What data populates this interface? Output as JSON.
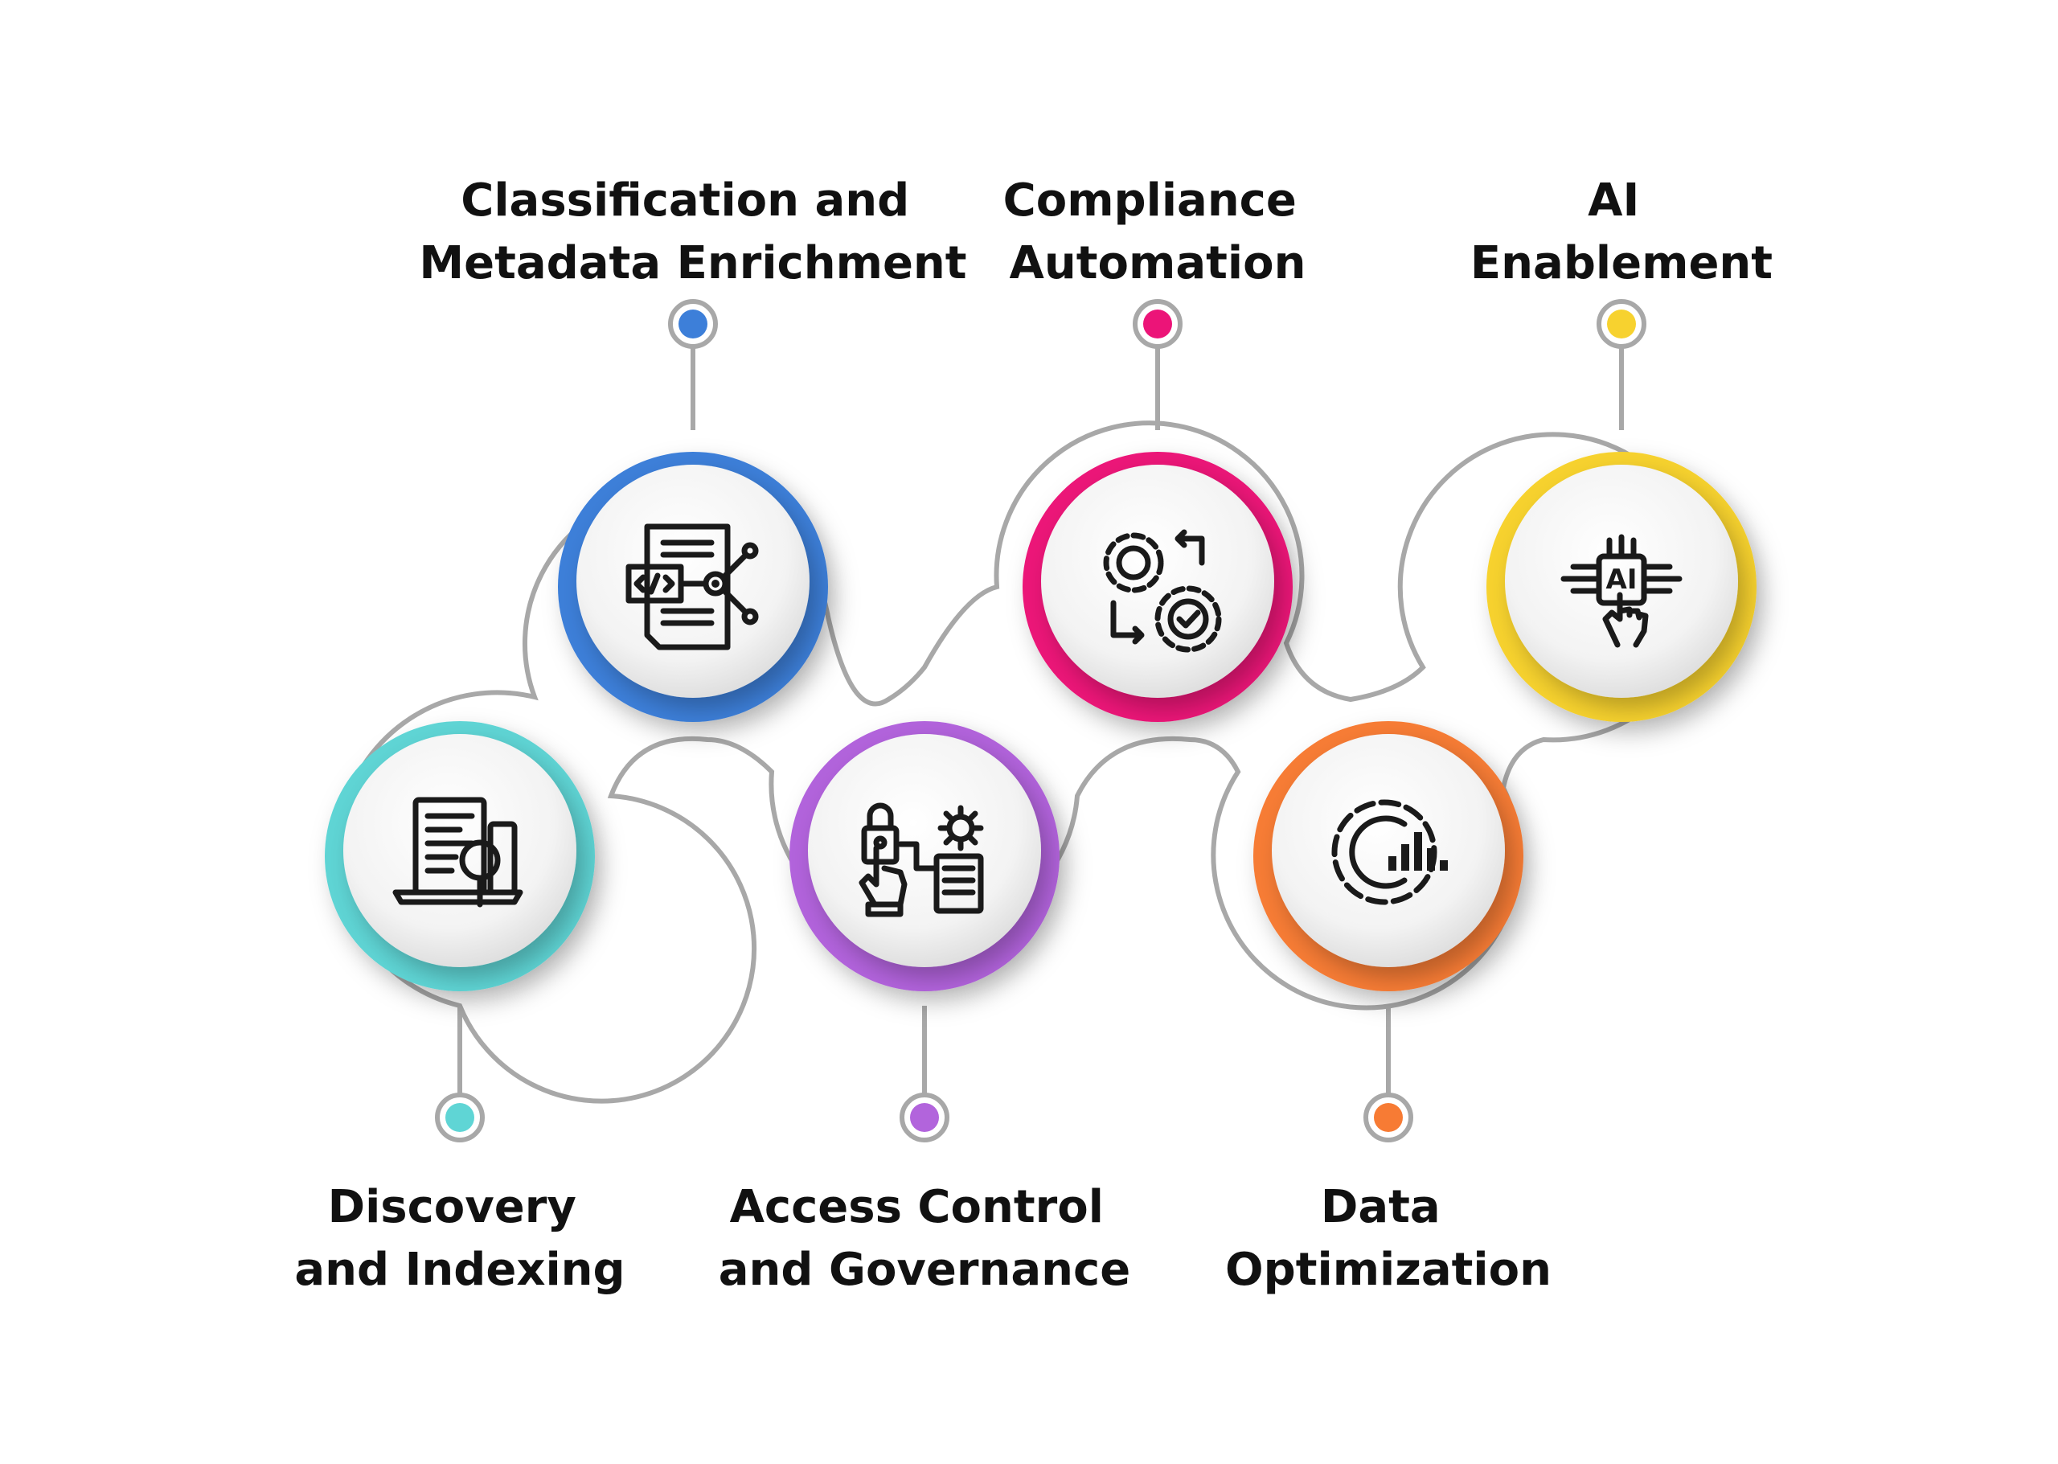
{
  "steps": [
    {
      "id": "discovery",
      "label_lines": [
        "Discovery",
        "and Indexing"
      ],
      "color": "#5fd5d5",
      "icon": "document-search-icon"
    },
    {
      "id": "classification",
      "label_lines": [
        "Classification and",
        "Metadata Enrichment"
      ],
      "color": "#3d7fd9",
      "icon": "code-document-network-icon"
    },
    {
      "id": "access",
      "label_lines": [
        "Access Control",
        "and Governance"
      ],
      "color": "#b264dc",
      "icon": "lock-hand-gear-icon"
    },
    {
      "id": "compliance",
      "label_lines": [
        "Compliance",
        "Automation"
      ],
      "color": "#ec1478",
      "icon": "gears-check-icon"
    },
    {
      "id": "optimization",
      "label_lines": [
        "Data",
        "Optimization"
      ],
      "color": "#f77b34",
      "icon": "gear-chart-icon"
    },
    {
      "id": "ai",
      "label_lines": [
        "AI",
        "Enablement"
      ],
      "color": "#f7d22f",
      "icon": "ai-chip-hand-icon"
    }
  ]
}
